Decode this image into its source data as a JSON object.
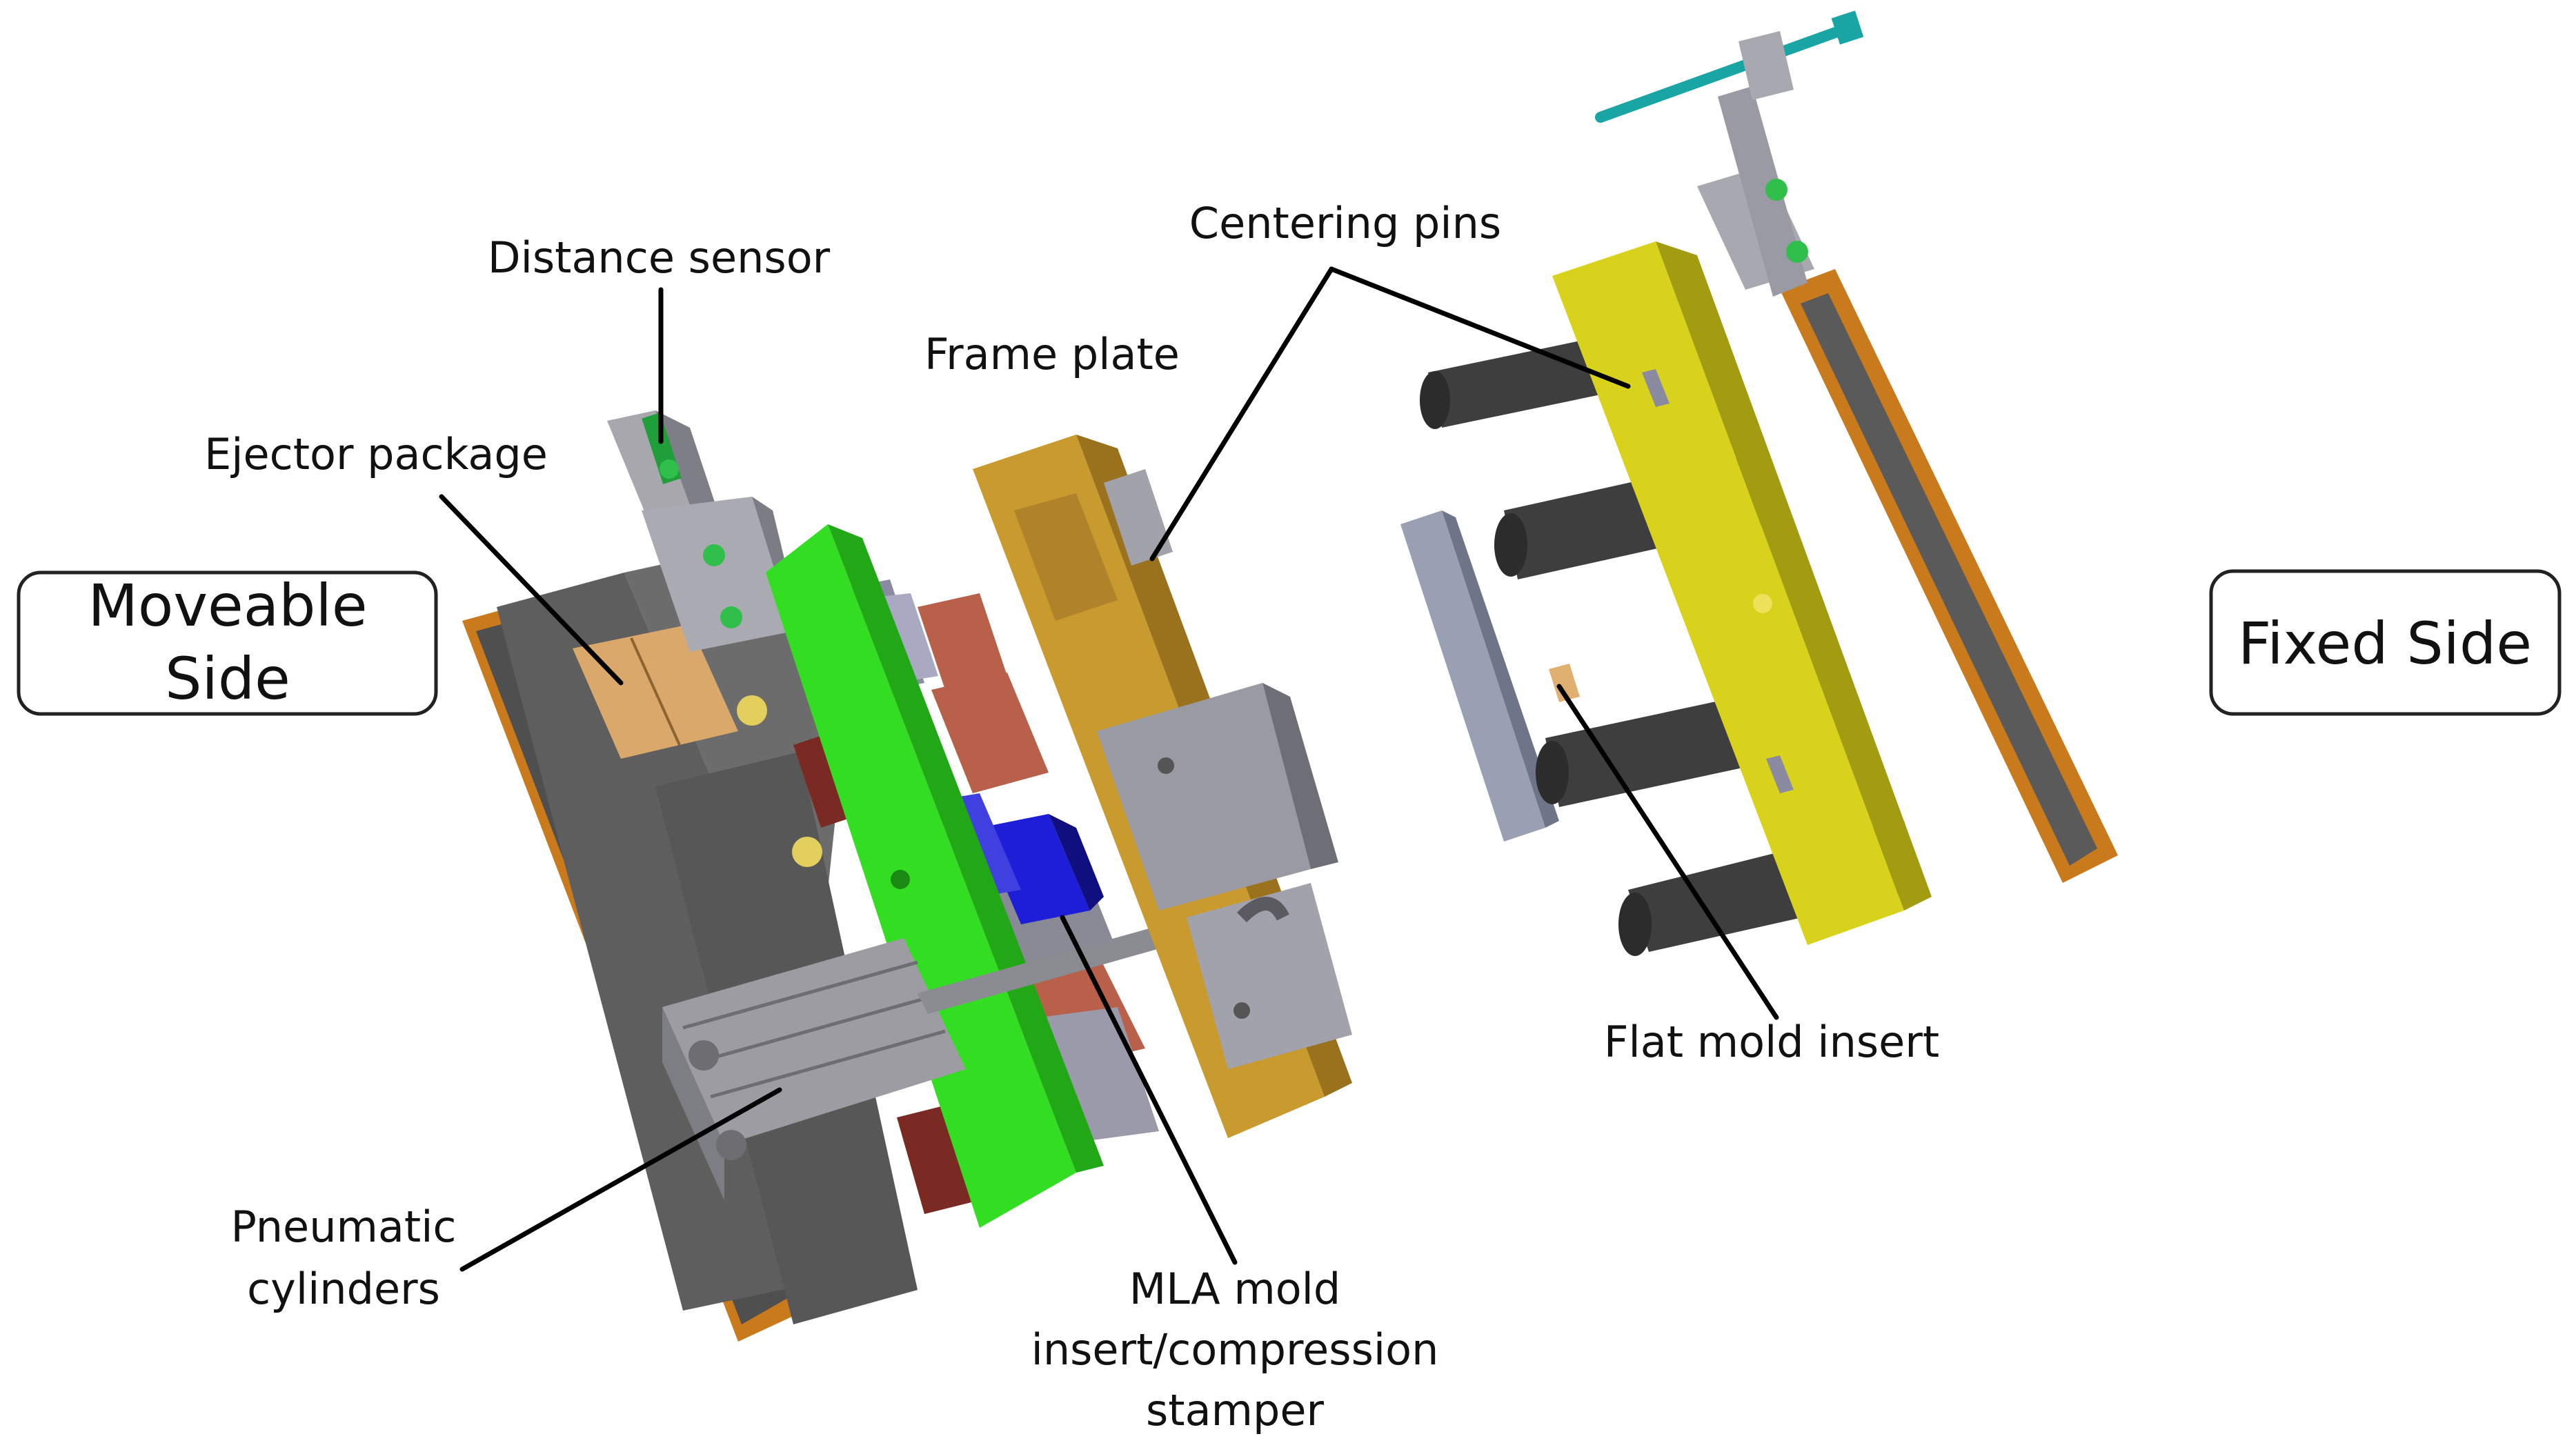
{
  "labels": {
    "moveable_side_line1": "Moveable",
    "moveable_side_line2": "Side",
    "fixed_side": "Fixed Side",
    "distance_sensor": "Distance sensor",
    "ejector_package": "Ejector package",
    "frame_plate": "Frame plate",
    "centering_pins": "Centering pins",
    "flat_mold_insert": "Flat mold insert",
    "pneumatic_line1": "Pneumatic",
    "pneumatic_line2": "cylinders",
    "mla_line1": "MLA mold",
    "mla_line2": "insert/compression",
    "mla_line3": "stamper"
  },
  "colors": {
    "orange_plate": "#c87a1c",
    "dark_gray": "#5b5b5b",
    "light_gray": "#9a9aa4",
    "green_plate": "#33dd22",
    "gold_plate": "#c99a2e",
    "yellow_plate": "#d9d21c",
    "copper_pin": "#b8604a",
    "dark_pin": "#3e3e3e",
    "blue_insert": "#1e1ed8",
    "teal_screw": "#1aa5a5",
    "sensor_green": "#1f9e3a"
  }
}
